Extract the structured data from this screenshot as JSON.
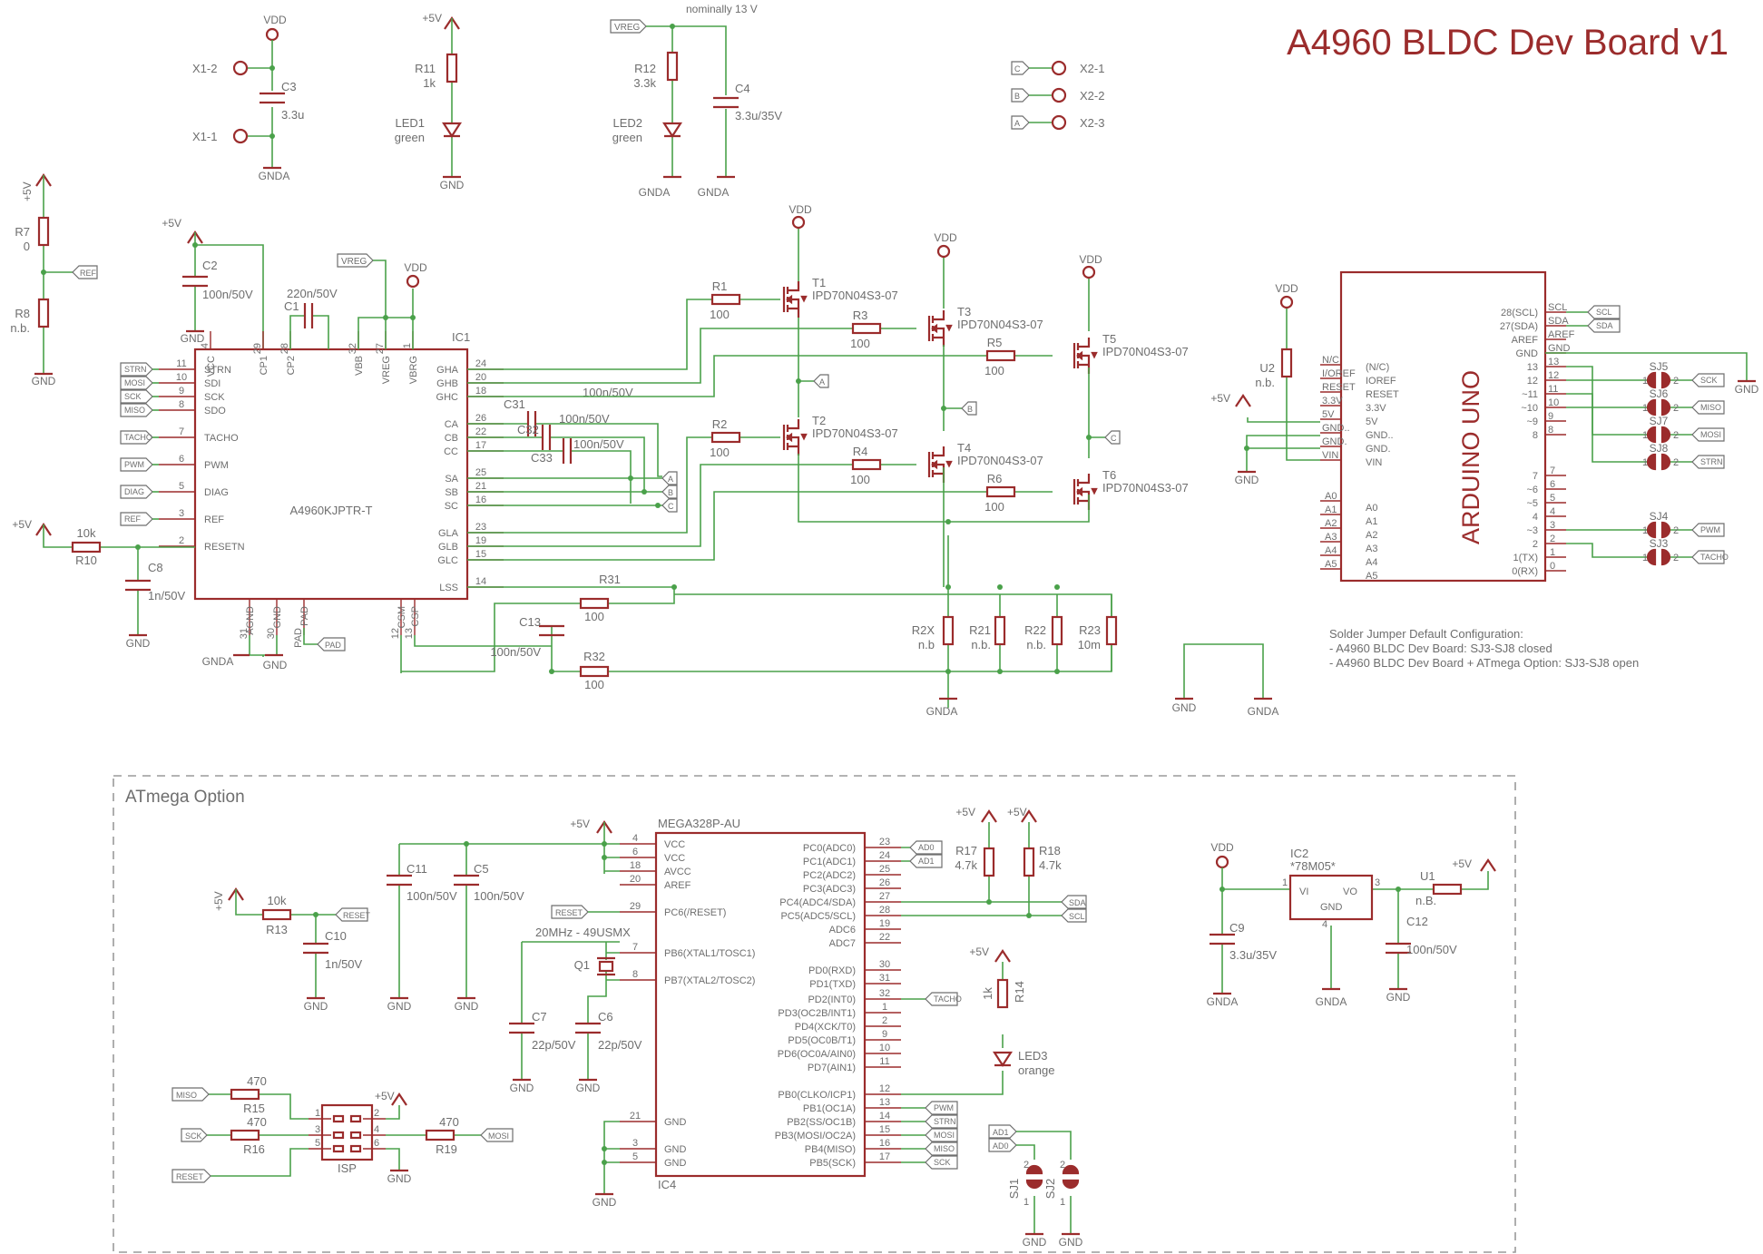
{
  "title": "A4960 BLDC Dev Board v1",
  "section_atmega": "ATmega Option",
  "note": {
    "line1": "Solder Jumper Default Configuration:",
    "line2": "- A4960 BLDC Dev Board: SJ3-SJ8 closed",
    "line3": "- A4960 BLDC Dev Board + ATmega Option: SJ3-SJ8 open"
  },
  "ic1": {
    "name": "IC1",
    "part": "A4960KJPTR-T",
    "top_pins": [
      [
        "4",
        "VCC"
      ],
      [
        "29",
        "CP1"
      ],
      [
        "28",
        "CP2"
      ],
      [
        "32",
        "VBB"
      ],
      [
        "27",
        "VREG"
      ],
      [
        "1",
        "VBRG"
      ]
    ],
    "left_pins": [
      [
        "11",
        "STRN"
      ],
      [
        "10",
        "SDI"
      ],
      [
        "9",
        "SCK"
      ],
      [
        "8",
        "SDO"
      ],
      [
        "7",
        "TACHO"
      ],
      [
        "6",
        "PWM"
      ],
      [
        "5",
        "DIAG"
      ],
      [
        "3",
        "REF"
      ],
      [
        "2",
        "RESETN"
      ]
    ],
    "right_pins": [
      [
        "24",
        "GHA"
      ],
      [
        "20",
        "GHB"
      ],
      [
        "18",
        "GHC"
      ],
      [
        "26",
        "CA"
      ],
      [
        "22",
        "CB"
      ],
      [
        "17",
        "CC"
      ],
      [
        "25",
        "SA"
      ],
      [
        "21",
        "SB"
      ],
      [
        "16",
        "SC"
      ],
      [
        "23",
        "GLA"
      ],
      [
        "19",
        "GLB"
      ],
      [
        "15",
        "GLC"
      ],
      [
        "14",
        "LSS"
      ]
    ],
    "bottom_pins": [
      [
        "31",
        "AGND"
      ],
      [
        "30",
        "GND"
      ],
      [
        "PAD",
        "PAD"
      ],
      [
        "12",
        "CSM"
      ],
      [
        "13",
        "CSP"
      ]
    ]
  },
  "ic4": {
    "name": "IC4",
    "part": "MEGA328P-AU",
    "left_pins": [
      [
        "4",
        "VCC"
      ],
      [
        "6",
        "VCC"
      ],
      [
        "18",
        "AVCC"
      ],
      [
        "20",
        "AREF"
      ],
      [
        "29",
        "PC6(/RESET)"
      ],
      [
        "7",
        "PB6(XTAL1/TOSC1)"
      ],
      [
        "8",
        "PB7(XTAL2/TOSC2)"
      ],
      [
        "21",
        "GND"
      ],
      [
        "3",
        "GND"
      ],
      [
        "5",
        "GND"
      ]
    ],
    "right_pins": [
      [
        "23",
        "PC0(ADC0)"
      ],
      [
        "24",
        "PC1(ADC1)"
      ],
      [
        "25",
        "PC2(ADC2)"
      ],
      [
        "26",
        "PC3(ADC3)"
      ],
      [
        "27",
        "PC4(ADC4/SDA)"
      ],
      [
        "28",
        "PC5(ADC5/SCL)"
      ],
      [
        "19",
        "ADC6"
      ],
      [
        "22",
        "ADC7"
      ],
      [
        "30",
        "PD0(RXD)"
      ],
      [
        "31",
        "PD1(TXD)"
      ],
      [
        "32",
        "PD2(INT0)"
      ],
      [
        "1",
        "PD3(OC2B/INT1)"
      ],
      [
        "2",
        "PD4(XCK/T0)"
      ],
      [
        "9",
        "PD5(OC0B/T1)"
      ],
      [
        "10",
        "PD6(OC0A/AIN0)"
      ],
      [
        "11",
        "PD7(AIN1)"
      ],
      [
        "12",
        "PB0(CLKO/ICP1)"
      ],
      [
        "13",
        "PB1(OC1A)"
      ],
      [
        "14",
        "PB2(SS/OC1B)"
      ],
      [
        "15",
        "PB3(MOSI/OC2A)"
      ],
      [
        "16",
        "PB4(MISO)"
      ],
      [
        "17",
        "PB5(SCK)"
      ]
    ]
  },
  "arduino": {
    "title": "ARDUINO UNO",
    "inner_left": [
      "(N/C)",
      "IOREF",
      "RESET",
      "3.3V",
      "5V",
      "GND..",
      "GND.",
      "VIN"
    ],
    "outer_left": [
      "N/C",
      "I/OREF",
      "RESET",
      "3.3V",
      "5V",
      "GND..",
      "GND.",
      "VIN"
    ],
    "a_outer": [
      "A0",
      "A1",
      "A2",
      "A3",
      "A4",
      "A5"
    ],
    "a_inner": [
      "A0",
      "A1",
      "A2",
      "A3",
      "A4",
      "A5"
    ],
    "inner_right_top": [
      "28(SCL)",
      "27(SDA)",
      "AREF",
      "GND",
      "13",
      "12",
      "~11",
      "~10",
      "~9",
      "8"
    ],
    "outer_right_top": [
      "SCL",
      "SDA",
      "AREF",
      "GND",
      "13",
      "12",
      "11",
      "10",
      "9",
      "8"
    ],
    "inner_right_bot": [
      "7",
      "~6",
      "~5",
      "4",
      "~3",
      "2",
      "1(TX)",
      "0(RX)"
    ],
    "outer_right_bot": [
      "7",
      "6",
      "5",
      "4",
      "3",
      "2",
      "1",
      "0"
    ]
  },
  "labels": {
    "vdd": "VDD",
    "p5v": "+5V",
    "gnd": "GND",
    "gnda": "GNDA",
    "vreg": "VREG",
    "nominal": "nominally 13 V",
    "x1_2": "X1-2",
    "x1_1": "X1-1",
    "x2_1": "X2-1",
    "x2_2": "X2-2",
    "x2_3": "X2-3",
    "c3": "C3",
    "c3v": "3.3u",
    "r11": "R11",
    "r11v": "1k",
    "led1": "LED1",
    "led1v": "green",
    "r12": "R12",
    "r12v": "3.3k",
    "led2": "LED2",
    "led2v": "green",
    "c4": "C4",
    "c4v": "3.3u/35V",
    "r7": "R7",
    "r7v": "0",
    "r8": "R8",
    "r8v": "n.b.",
    "c2": "C2",
    "c2v": "100n/50V",
    "c1": "C1",
    "c1v": "220n/50V",
    "c31": "C31",
    "c31v": "100n/50V",
    "c32": "C32",
    "c32v": "100n/50V",
    "c33": "C33",
    "c33v": "100n/50V",
    "r10": "R10",
    "r10v": "10k",
    "c8": "C8",
    "c8v": "1n/50V",
    "r31": "R31",
    "r31v": "100",
    "r32": "R32",
    "r32v": "100",
    "c13": "C13",
    "c13v": "100n/50V",
    "r1": "R1",
    "r2": "R2",
    "r3": "R3",
    "r4": "R4",
    "r5": "R5",
    "r6": "R6",
    "rv": "100",
    "t1": "T1",
    "t2": "T2",
    "t3": "T3",
    "t4": "T4",
    "t5": "T5",
    "t6": "T6",
    "tv": "IPD70N04S3-07",
    "r2x": "R2X",
    "r21": "R21",
    "r22": "R22",
    "r23": "R23",
    "nb": "n.b",
    "nbb": "n.b.",
    "r23v": "10m",
    "u2": "U2",
    "u2v": "n.b.",
    "c11": "C11",
    "c11v": "100n/50V",
    "c5": "C5",
    "c5v": "100n/50V",
    "r13": "R13",
    "r13v": "10k",
    "c10": "C10",
    "c10v": "1n/50V",
    "q1": "Q1",
    "q1v": "20MHz - 49USMX",
    "c7": "C7",
    "c7v": "22p/50V",
    "c6": "C6",
    "c6v": "22p/50V",
    "r17": "R17",
    "r17v": "4.7k",
    "r18": "R18",
    "r18v": "4.7k",
    "r14": "R14",
    "r14v": "1k",
    "led3": "LED3",
    "led3v": "orange",
    "r15": "R15",
    "r16": "R16",
    "r19": "R19",
    "r470": "470",
    "isp": "ISP",
    "sj1": "SJ1",
    "sj2": "SJ2",
    "ic2": "IC2",
    "ic2v": "*78M05*",
    "vi": "VI",
    "vo": "VO",
    "ic2gnd": "GND",
    "c9": "C9",
    "c9v": "3.3u/35V",
    "c12": "C12",
    "c12v": "100n/50V",
    "u1": "U1",
    "u1v": "n.B.",
    "sj3": "SJ3",
    "sj4": "SJ4",
    "sj5": "SJ5",
    "sj6": "SJ6",
    "sj7": "SJ7",
    "sj8": "SJ8",
    "one": "1",
    "two": "2",
    "three": "3",
    "four": "4",
    "five": "5",
    "six": "6",
    "pin8": "8"
  },
  "nets": {
    "ref": "REF",
    "strn": "STRN",
    "mosi": "MOSI",
    "sck": "SCK",
    "miso": "MISO",
    "tacho": "TACHO",
    "pwm": "PWM",
    "diag": "DIAG",
    "pad": "PAD",
    "reset": "RESET",
    "a": "A",
    "b": "B",
    "c": "C",
    "sda": "SDA",
    "scl": "SCL",
    "ad0": "AD0",
    "ad1": "AD1"
  },
  "colors": {
    "device": "#9b2c2c",
    "wire": "#4aa14a",
    "text": "#6e6e6e",
    "frame": "#9a9a9a"
  }
}
